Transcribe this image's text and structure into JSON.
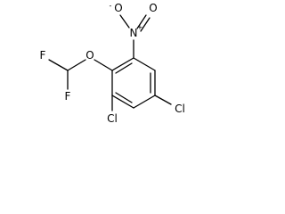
{
  "molecule": {
    "atoms": {
      "nitro_nitrogen": "N",
      "nitro_nitrogen_charge": "+",
      "nitro_oxygen_top_left": "O",
      "nitro_oxygen_top_left_charge": "-",
      "nitro_oxygen_right": "O",
      "ether_oxygen": "O",
      "fluorine_top": "F",
      "fluorine_bottom": "F",
      "chlorine_left": "Cl",
      "chlorine_right": "Cl"
    }
  }
}
